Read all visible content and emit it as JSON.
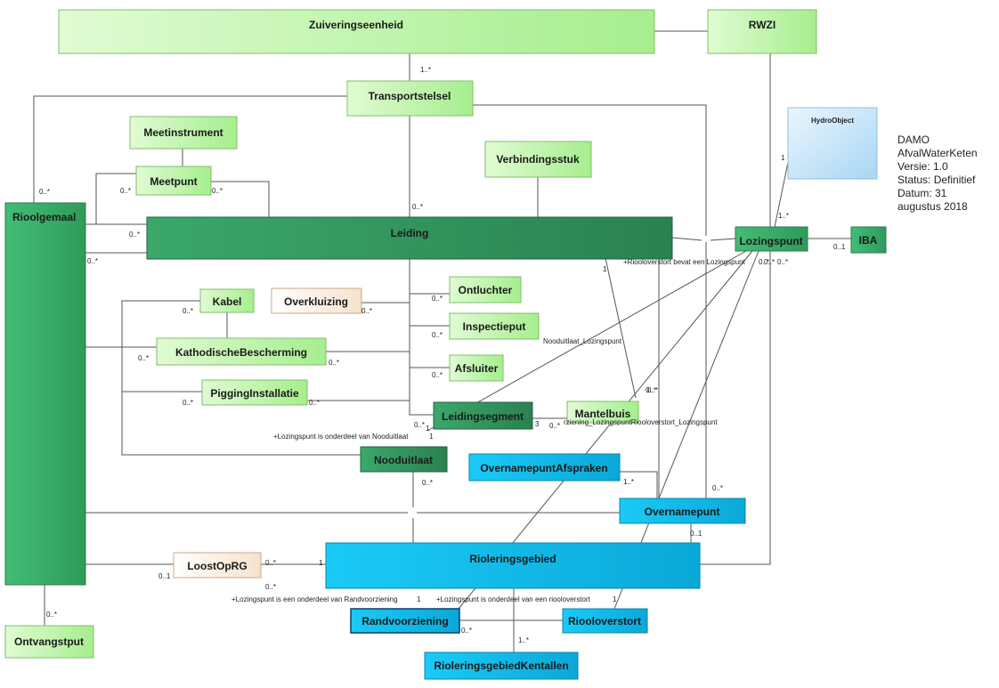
{
  "colors": {
    "light_green": "#c9f7b5",
    "medium_green": "#3cb46b",
    "dark_green": "#2d8a52",
    "cyan": "#19c3f0",
    "beige": "#fbf1e6",
    "light_blue": "#c6e6fb",
    "line": "#555555"
  },
  "boxes": {
    "zuiveringseenheid": "Zuiveringseenheid",
    "rwzi": "RWZI",
    "transportstelsel": "Transportstelsel",
    "meetinstrument": "Meetinstrument",
    "meetpunt": "Meetpunt",
    "verbindingsstuk": "Verbindingsstuk",
    "hydroobject": "HydroObject",
    "rioolgemaal": "Rioolgemaal",
    "leiding": "Leiding",
    "lozingspunt": "Lozingspunt",
    "iba": "IBA",
    "kabel": "Kabel",
    "overkluizing": "Overkluizing",
    "ontluchter": "Ontluchter",
    "inspectieput": "Inspectieput",
    "kathodische": "KathodischeBescherming",
    "afsluiter": "Afsluiter",
    "pigging": "PiggingInstallatie",
    "leidingsegment": "Leidingsegment",
    "mantelbuis": "Mantelbuis",
    "nooduitlaat": "Nooduitlaat",
    "overnamepuntafspraken": "OvernamepuntAfspraken",
    "overnamepunt": "Overnamepunt",
    "loostoprg": "LoostOpRG",
    "rioleringsgebied": "Rioleringsgebied",
    "ontvangstput": "Ontvangstput",
    "randvoorziening": "Randvoorziening",
    "riooloverstort": "Riooloverstort",
    "kentallen": "RioleringsgebiedKentallen"
  },
  "note": {
    "line1": "DAMO",
    "line2": "AfvalWaterKeten",
    "line3": "Versie:  1.0",
    "line4": "Status: Definitief",
    "line5": "Datum: 31",
    "line6": "augustus 2018"
  },
  "labels": {
    "riooloverstort_bevat": "+Riooloverstort bevat een Lozingspunt",
    "nooduitlaat_lozingspunt": "Nooduitlaat_Lozingspunt",
    "lozingspunt_onderdeel_nooduitlaat": "+Lozingspunt is onderdeel van Nooduitlaat",
    "randvoorziening_lozingspunt": "rziening_LozingspuntRiooloverstort_Lozingspunt",
    "lozingspunt_onderdeel_randvoorziening": "+Lozingspunt is een onderdeel van Randvoorziening",
    "lozingspunt_onderdeel_riooloverstort": "+Lozingspunt is onderdeel van een riooloverstort"
  },
  "multiplicities": {
    "m01": "1..*",
    "m02": "0..*",
    "m03": "0..*",
    "m04": "0..*",
    "m05": "0..*",
    "m06": "0..*",
    "m07": "0..*",
    "m08": "1",
    "m09": "1..*",
    "m10": "0..1",
    "m11": "0..*",
    "m12": "0..*",
    "m13": "0..*",
    "m14": "0..*",
    "m15": "0..*",
    "m16": "0..*",
    "m17": "0..*",
    "m18": "0..*",
    "m19": "0..*",
    "m20": "0..*",
    "m21": "1",
    "m22": "0..*",
    "m23": "0..*",
    "m24": "1",
    "m25": "0..*",
    "m26": "1..*",
    "m27": "0..*",
    "m28": "0..1",
    "m29": "0..*",
    "m30": "1",
    "m31": "0..1",
    "m32": "0..*",
    "m33": "1",
    "m34": "1",
    "m35": "0..*",
    "m36": "1..*",
    "m37": "0..*",
    "m38": "0..*",
    "m39": "1",
    "m40": "0..*",
    "m41": "3",
    "m42": "0..*",
    "m43": "0..*"
  }
}
